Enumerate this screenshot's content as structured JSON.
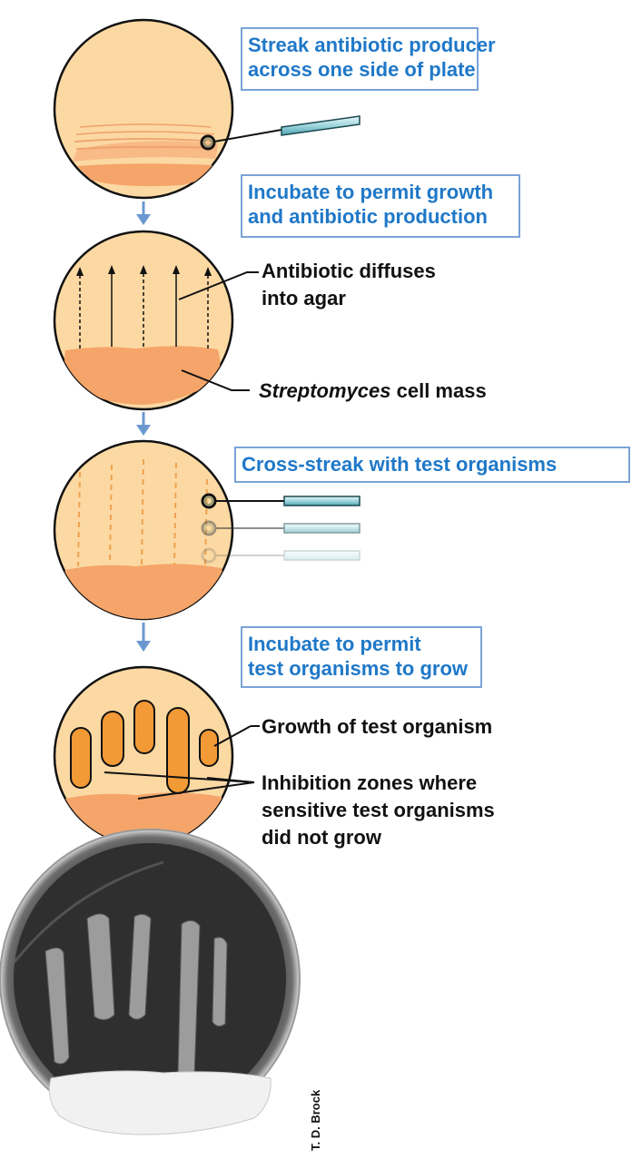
{
  "steps": {
    "step1": "Streak antibiotic producer across one side of plate",
    "step1_line1": "Streak antibiotic producer",
    "step1_line2": "across one side of plate",
    "step2_line1": "Incubate to permit growth",
    "step2_line2": "and antibiotic production",
    "step3": "Cross-streak with test organisms",
    "step4_line1": "Incubate to permit",
    "step4_line2": "test organisms to grow"
  },
  "labels": {
    "diffuses_line1": "Antibiotic diffuses",
    "diffuses_line2": "into agar",
    "cell_mass_italic": "Streptomyces",
    "cell_mass_rest": " cell mass",
    "growth": "Growth of test organism",
    "inhibition_line1": "Inhibition zones where",
    "inhibition_line2": "sensitive test organisms",
    "inhibition_line3": "did not grow"
  },
  "credit": "T. D. Brock",
  "colors": {
    "agar": "#fcd9a3",
    "producer": "#f5a56a",
    "test_growth": "#f29a36",
    "box_text": "#1f78c8",
    "box_border": "#7aa3d6",
    "arrow": "#6b98cf"
  }
}
